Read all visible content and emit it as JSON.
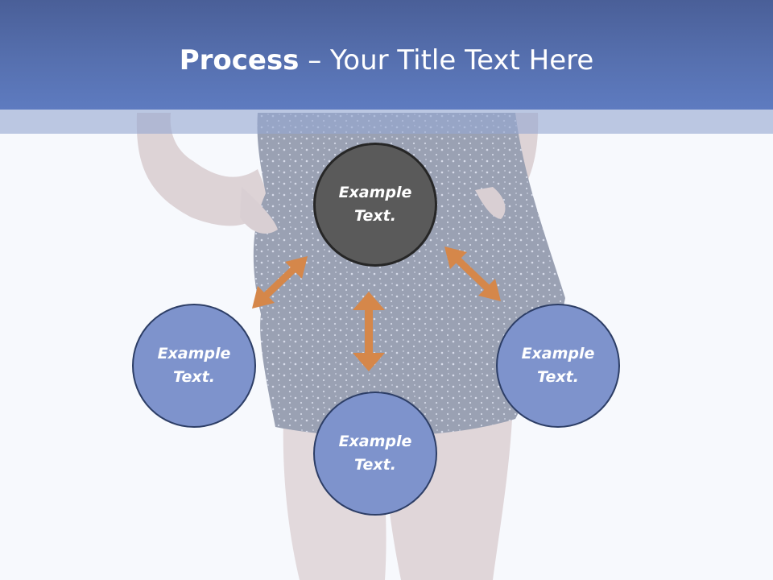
{
  "title": {
    "bold": "Process",
    "rest": " – Your Title Text Here"
  },
  "nodes": {
    "center": {
      "line1": "Example",
      "line2": "Text."
    },
    "left": {
      "line1": "Example",
      "line2": "Text."
    },
    "right": {
      "line1": "Example",
      "line2": "Text."
    },
    "bottom": {
      "line1": "Example",
      "line2": "Text."
    }
  },
  "colors": {
    "title_bar": "#5670af",
    "circle_blue": "#7e93cc",
    "circle_dark": "#5a5a5a",
    "arrow": "#d5874a"
  }
}
